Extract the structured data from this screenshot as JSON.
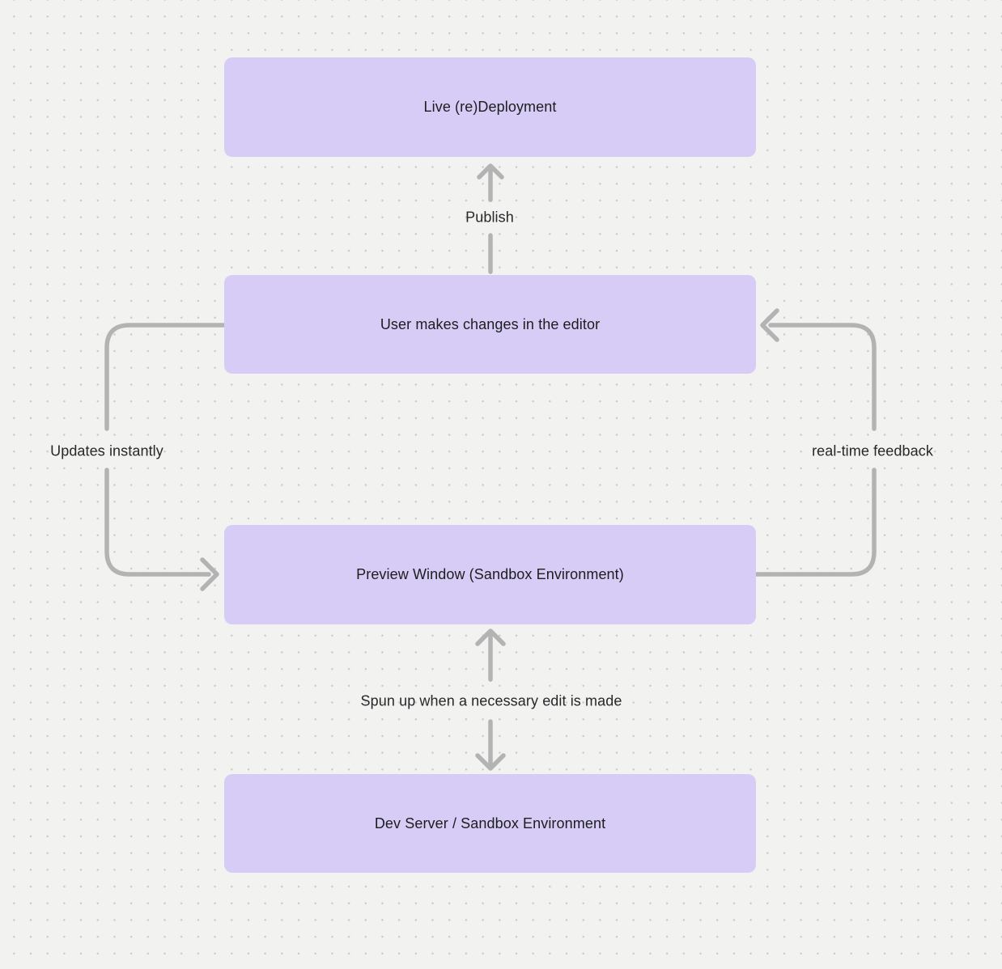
{
  "nodes": [
    {
      "id": "live-deployment",
      "label": "Live (re)Deployment"
    },
    {
      "id": "user-editor",
      "label": "User makes changes in the editor"
    },
    {
      "id": "preview-window",
      "label": "Preview Window (Sandbox Environment)"
    },
    {
      "id": "dev-server",
      "label": "Dev Server / Sandbox Environment"
    }
  ],
  "edges": [
    {
      "id": "publish",
      "label": "Publish",
      "from": "user-editor",
      "to": "live-deployment",
      "direction": "up"
    },
    {
      "id": "updates-instantly",
      "label": "Updates instantly",
      "from": "user-editor",
      "to": "preview-window",
      "direction": "down-left-loop"
    },
    {
      "id": "real-time-feedback",
      "label": "real-time feedback",
      "from": "preview-window",
      "to": "user-editor",
      "direction": "up-right-loop"
    },
    {
      "id": "spun-up",
      "label": "Spun up when a necessary edit is made",
      "from": "dev-server",
      "to": "preview-window",
      "direction": "both"
    }
  ],
  "colors": {
    "canvas_bg": "#f2f2f1",
    "dot": "#c9c9c9",
    "node_fill": "#d7ccf5",
    "node_text": "#1d1d1f",
    "arrow": "#b3b3b3",
    "label_text": "#28282b"
  }
}
